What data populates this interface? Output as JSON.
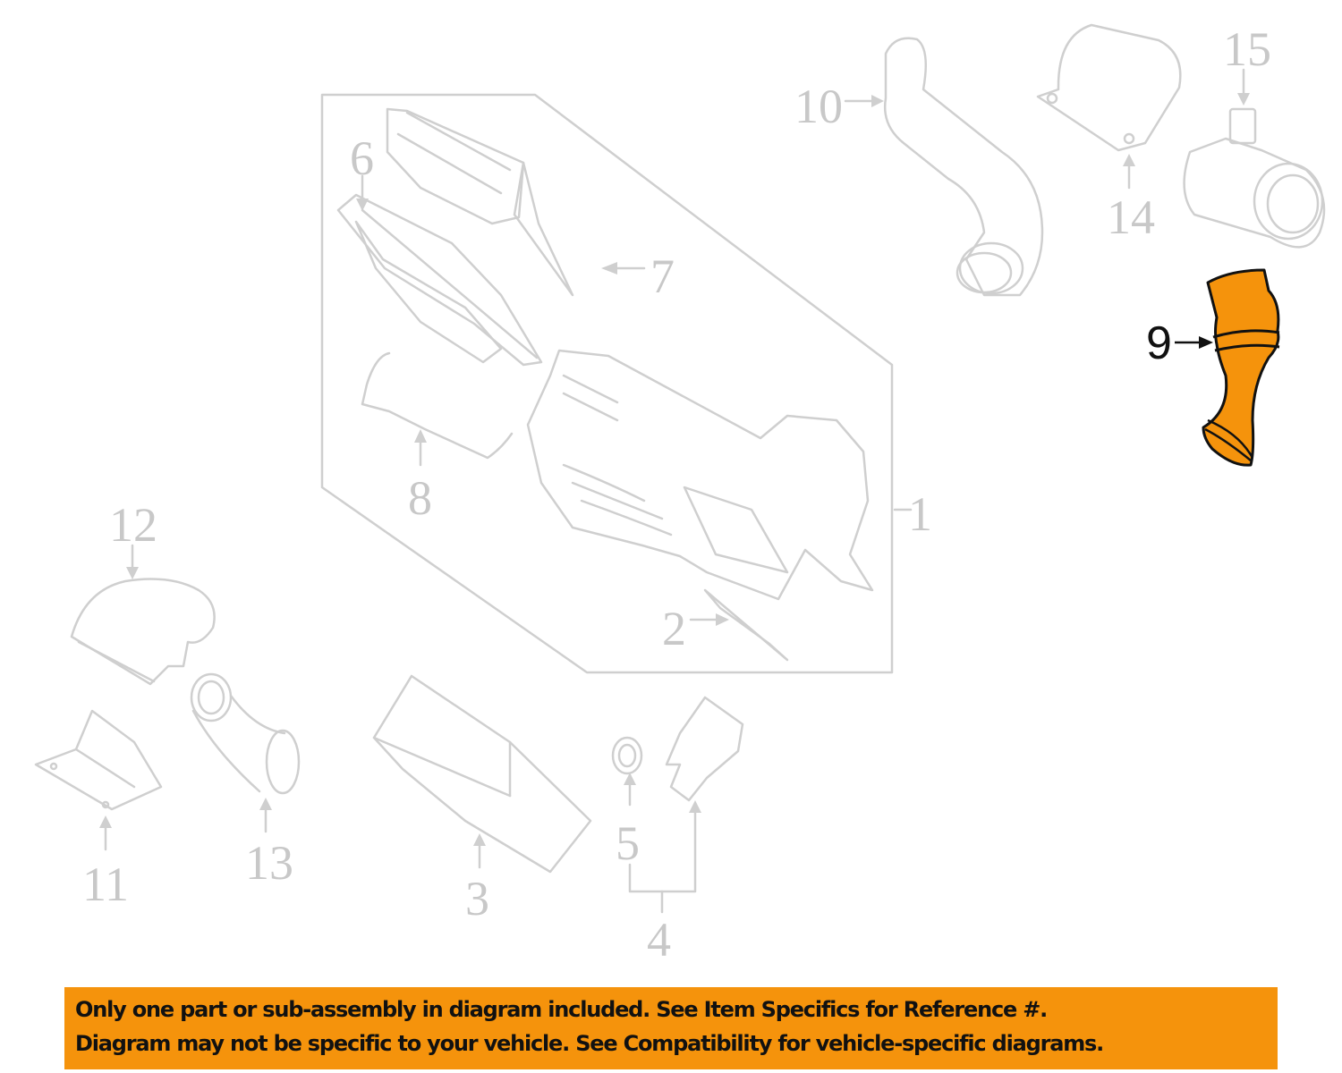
{
  "diagram": {
    "title": "Air intake system exploded parts diagram",
    "highlight_color": "#f5930c",
    "line_color": "#cfcfcf",
    "highlighted_part": "9",
    "callouts": [
      {
        "id": "1",
        "part": "air-cleaner-assembly"
      },
      {
        "id": "2",
        "part": "gasket"
      },
      {
        "id": "3",
        "part": "intake-duct"
      },
      {
        "id": "4",
        "part": "bracket-group"
      },
      {
        "id": "5",
        "part": "grommet"
      },
      {
        "id": "6",
        "part": "filter-element"
      },
      {
        "id": "7",
        "part": "cover"
      },
      {
        "id": "8",
        "part": "clip"
      },
      {
        "id": "9",
        "part": "intake-hose"
      },
      {
        "id": "10",
        "part": "outlet-tube"
      },
      {
        "id": "11",
        "part": "bracket"
      },
      {
        "id": "12",
        "part": "resonator"
      },
      {
        "id": "13",
        "part": "elbow-hose"
      },
      {
        "id": "14",
        "part": "shield"
      },
      {
        "id": "15",
        "part": "mass-air-flow-sensor"
      }
    ]
  },
  "labels": {
    "l1": "1",
    "l2": "2",
    "l3": "3",
    "l4": "4",
    "l5": "5",
    "l6": "6",
    "l7": "7",
    "l8": "8",
    "l9": "9",
    "l10": "10",
    "l11": "11",
    "l12": "12",
    "l13": "13",
    "l14": "14",
    "l15": "15"
  },
  "banner": {
    "line1": "Only one part or sub-assembly in diagram included. See Item Specifics for Reference #.",
    "line2": "Diagram may not be specific to your vehicle. See Compatibility for vehicle-specific diagrams."
  }
}
